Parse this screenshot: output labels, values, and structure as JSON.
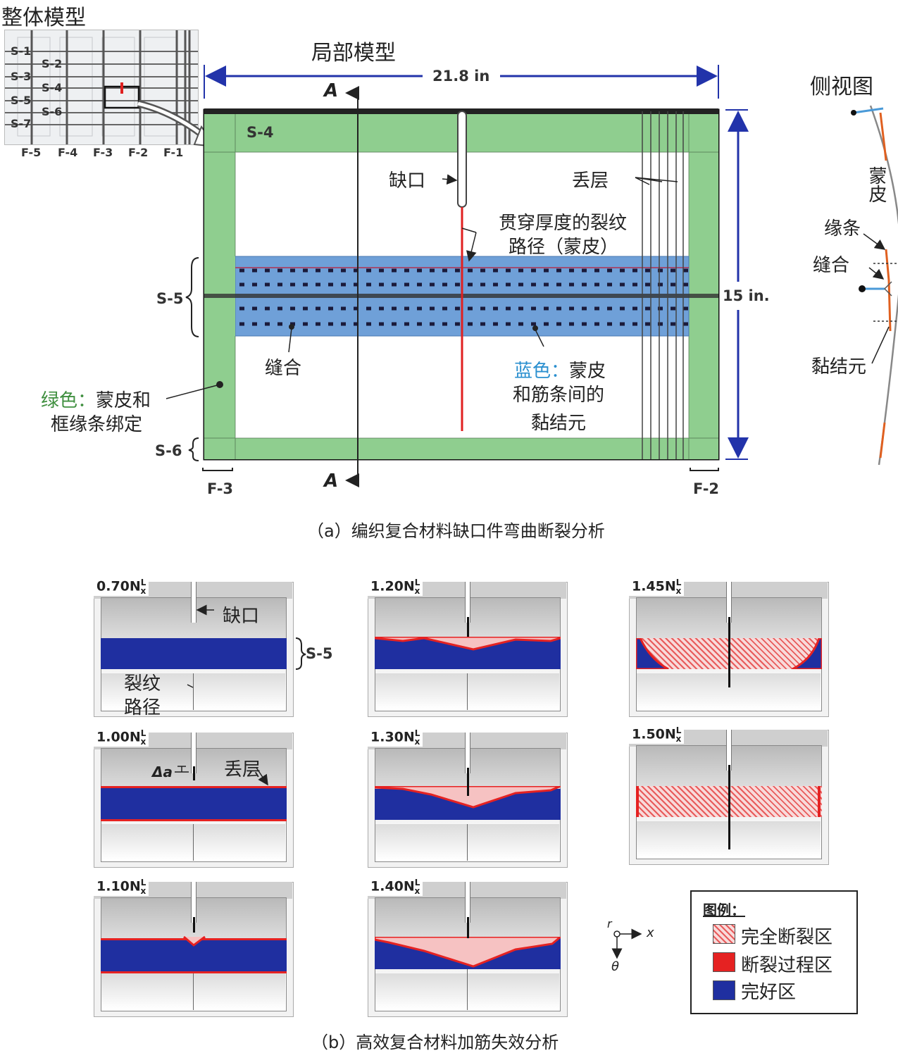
{
  "panel_a": {
    "whole_model_title": "整体模型",
    "local_model_title": "局部模型",
    "side_view_title": "侧视图",
    "width_dim": "21.8 in",
    "height_dim": "15 in.",
    "section_marker": "A",
    "stringer_labels_small": [
      "S-1",
      "S-2",
      "S-3",
      "S-4",
      "S-5",
      "S-6",
      "S-7"
    ],
    "frame_labels_small": [
      "F-5",
      "F-4",
      "F-3",
      "F-2",
      "F-1"
    ],
    "label_s4": "S-4",
    "label_s5": "S-5",
    "label_s6": "S-6",
    "label_f3": "F-3",
    "label_f2": "F-2",
    "notch": "缺口",
    "ply_drop": "丢层",
    "crack_path_line1": "贯穿厚度的裂纹",
    "crack_path_line2": "路径（蒙皮）",
    "stitch": "缝合",
    "blue_label": "蓝色：",
    "blue_desc_line1": "蒙皮",
    "blue_desc_line2": "和筋条间的",
    "blue_desc_line3": "黏结元",
    "green_label": "绿色：",
    "green_desc_line1": "蒙皮和",
    "green_desc_line2": "框缘条绑定",
    "side_skin": "蒙皮",
    "side_flange": "缘条",
    "side_stitch": "缝合",
    "side_cohesive": "黏结元",
    "caption": "（a）编织复合材料缺口件弯曲断裂分析",
    "colors": {
      "green": "#8fce8f",
      "blue": "#6fa0d8",
      "crack": "#e02020",
      "dim": "#2233aa",
      "green_text": "#3f8f3f",
      "blue_text": "#2a8fcf"
    }
  },
  "panel_b": {
    "steps": [
      {
        "label": "0.70N",
        "sup": "L",
        "sub": "x"
      },
      {
        "label": "1.00N",
        "sup": "L",
        "sub": "x"
      },
      {
        "label": "1.10N",
        "sup": "L",
        "sub": "x"
      },
      {
        "label": "1.20N",
        "sup": "L",
        "sub": "x"
      },
      {
        "label": "1.30N",
        "sup": "L",
        "sub": "x"
      },
      {
        "label": "1.40N",
        "sup": "L",
        "sub": "x"
      },
      {
        "label": "1.45N",
        "sup": "L",
        "sub": "x"
      },
      {
        "label": "1.50N",
        "sup": "L",
        "sub": "x"
      }
    ],
    "notch": "缺口",
    "s5": "S-5",
    "crack_path_line1": "裂纹",
    "crack_path_line2": "路径",
    "delta_a": "Δa",
    "ply_drop": "丢层",
    "axis_r": "r",
    "axis_x": "x",
    "axis_theta": "θ",
    "legend_title": "图例：",
    "legend_items": [
      {
        "label": "完全断裂区",
        "color": "#f3b0b0"
      },
      {
        "label": "断裂过程区",
        "color": "#e52222"
      },
      {
        "label": "完好区",
        "color": "#1f2fa0"
      }
    ],
    "caption": "（b）高效复合材料加筋失效分析"
  }
}
